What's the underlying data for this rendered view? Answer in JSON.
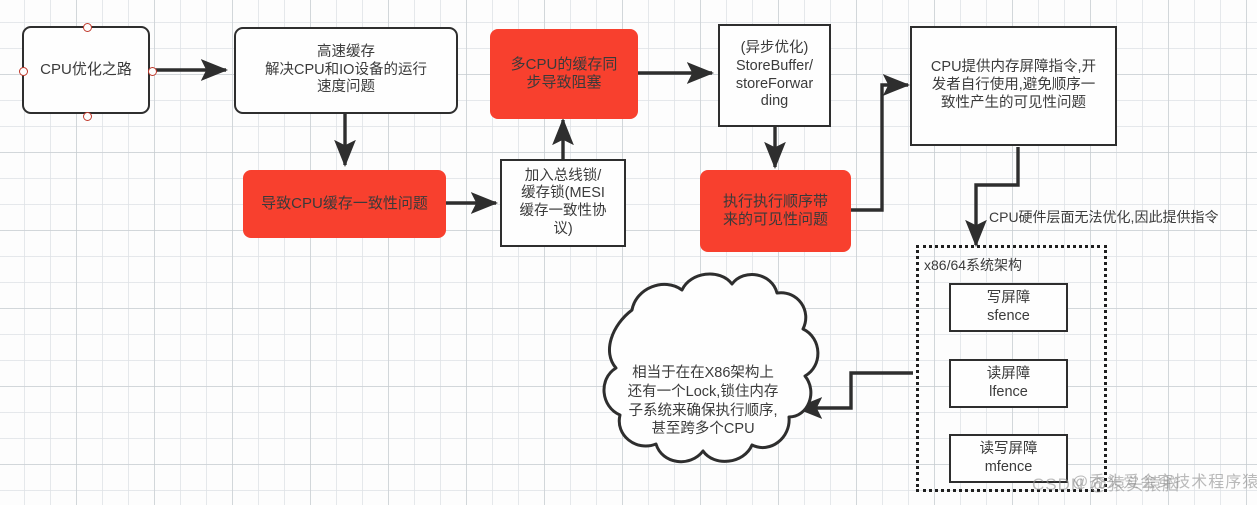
{
  "diagram": {
    "title": "CPU优化之路",
    "colors": {
      "red_fill": "#f8402e",
      "stroke": "#2e2e2e",
      "text": "#3b3b3b",
      "handle": "#c0392b",
      "grid": "#dee2e6"
    },
    "nodes": [
      {
        "id": "start",
        "label": "CPU优化之路",
        "style": "rounded-plain"
      },
      {
        "id": "cache",
        "label": "高速缓存\n解决CPU和IO设备的运行\n速度问题",
        "style": "rounded-plain"
      },
      {
        "id": "coherence",
        "label": "导致CPU缓存一致性问题",
        "style": "red"
      },
      {
        "id": "buslock",
        "label": "加入总线锁/\n缓存锁(MESI\n缓存一致性协\n议)",
        "style": "plain"
      },
      {
        "id": "multicpu",
        "label": "多CPU的缓存同\n步导致阻塞",
        "style": "red"
      },
      {
        "id": "storebuffer",
        "label": "(异步优化)\nStoreBuffer/\nstoreForwar\nding",
        "style": "plain"
      },
      {
        "id": "visibility",
        "label": "执行执行顺序带\n来的可见性问题",
        "style": "red"
      },
      {
        "id": "membarrier",
        "label": "CPU提供内存屏障指令,开\n发者自行使用,避免顺序一\n致性产生的可见性问题",
        "style": "plain"
      },
      {
        "id": "cloud",
        "label": "相当于在在X86架构上\n还有一个Lock,锁住内存\n子系统来确保执行顺序,\n甚至跨多个CPU",
        "style": "cloud"
      }
    ],
    "group": {
      "id": "x86-group",
      "title": "x86/64系统架构",
      "items": [
        {
          "id": "sfence",
          "label": "写屏障\nsfence"
        },
        {
          "id": "lfence",
          "label": "读屏障\nlfence"
        },
        {
          "id": "mfence",
          "label": "读写屏障\nmfence"
        }
      ]
    },
    "edge_labels": [
      {
        "id": "hw-label",
        "text": "CPU硬件层面无法优化,因此提供指令"
      }
    ],
    "watermark": {
      "csdn": "CSDN @猿头猿脑",
      "handle": "@秃头爱会穿技术程序猿"
    }
  }
}
